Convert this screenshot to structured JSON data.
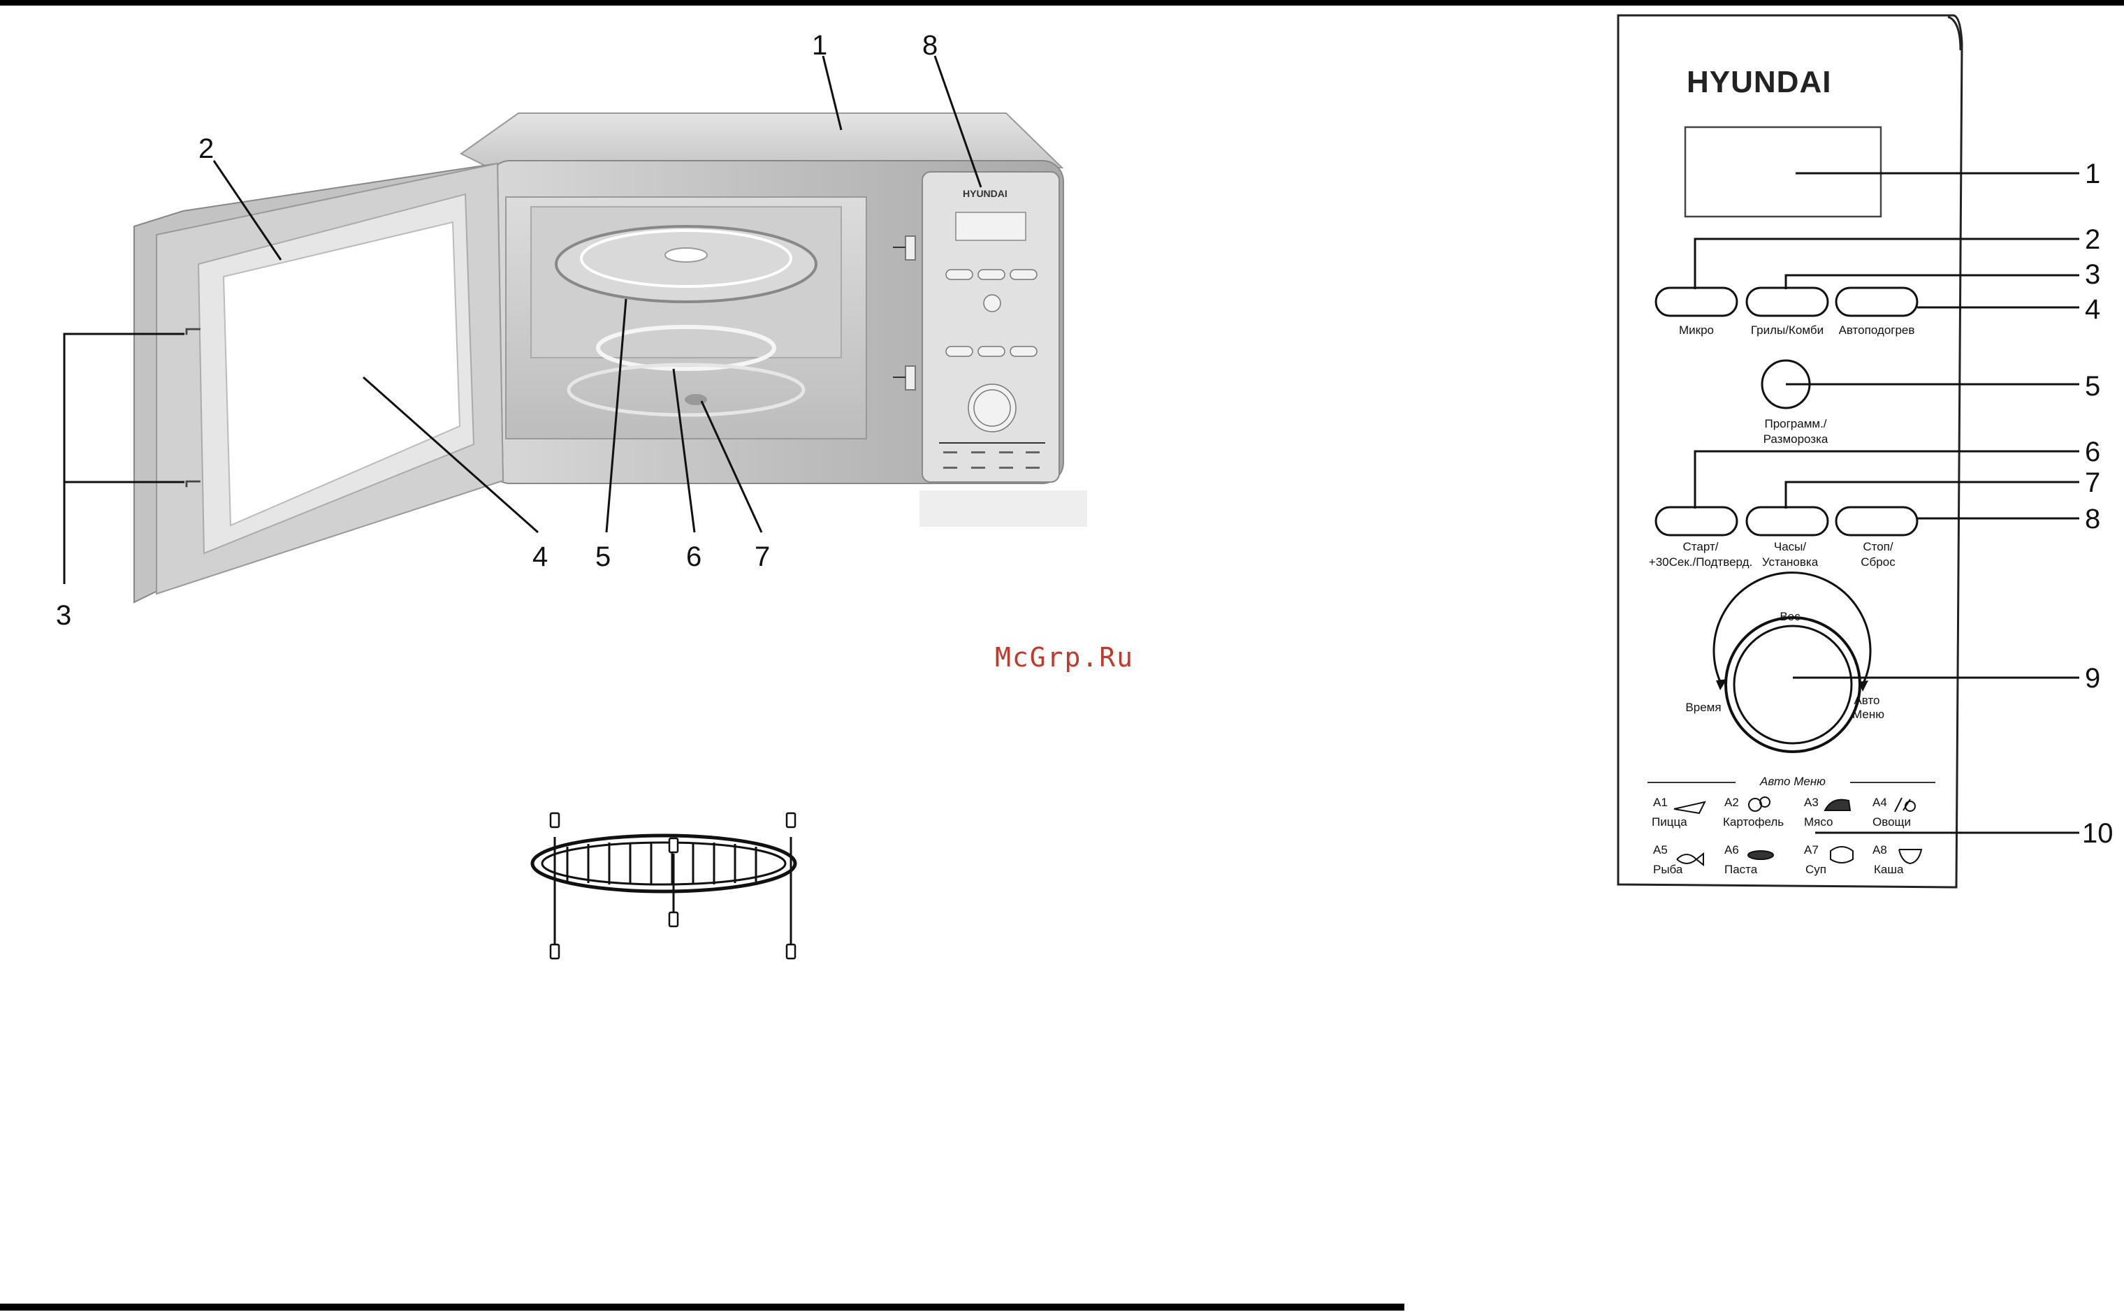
{
  "watermark": "McGrp.Ru",
  "colors": {
    "watermark": "#c0392b",
    "panel_bg": "#f1f1f1",
    "body_gray": "#c9c9c9"
  },
  "oven": {
    "brand": "HYUNDAI",
    "callouts": [
      "1",
      "2",
      "3",
      "4",
      "5",
      "6",
      "7",
      "8"
    ]
  },
  "panel": {
    "brand": "HYUNDAI",
    "callouts": [
      "1",
      "2",
      "3",
      "4",
      "5",
      "6",
      "7",
      "8",
      "9",
      "10"
    ],
    "buttons_row1": [
      "Микро",
      "Грилы/Комби",
      "Автоподогрев"
    ],
    "program_label": [
      "Программ./",
      "Разморозка"
    ],
    "buttons_row2": [
      [
        "Старт/",
        "+30Сек./Подтверд."
      ],
      [
        "Часы/",
        "Установка"
      ],
      [
        "Стоп/",
        "Сброс"
      ]
    ],
    "dial": {
      "top": "Вес",
      "left": "Время",
      "right": [
        "Авто",
        "Меню"
      ]
    },
    "auto_menu_title": "Авто Меню",
    "auto_menu": [
      {
        "code": "A1",
        "name": "Пицца"
      },
      {
        "code": "A2",
        "name": "Картофель"
      },
      {
        "code": "A3",
        "name": "Мясо"
      },
      {
        "code": "A4",
        "name": "Овощи"
      },
      {
        "code": "A5",
        "name": "Рыба"
      },
      {
        "code": "A6",
        "name": "Паста"
      },
      {
        "code": "A7",
        "name": "Суп"
      },
      {
        "code": "A8",
        "name": "Каша"
      }
    ]
  }
}
